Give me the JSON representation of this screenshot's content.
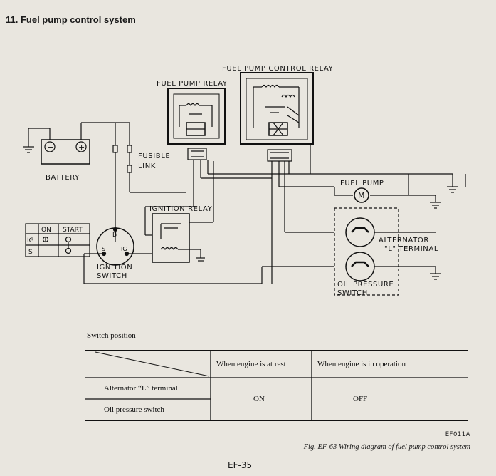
{
  "section_title": "11. Fuel pump control system",
  "diagram": {
    "fuel_pump_control_relay": "FUEL PUMP CONTROL RELAY",
    "fuel_pump_relay": "FUEL PUMP RELAY",
    "fusible_link_1": "FUSIBLE",
    "fusible_link_2": "LINK",
    "battery": "BATTERY",
    "battery_minus": "−",
    "battery_plus": "+",
    "ignition_relay": "IGNITION RELAY",
    "ignition_switch_1": "IGNITION",
    "ignition_switch_2": "SWITCH",
    "switch_terminal_b": "B",
    "switch_terminal_s": "S",
    "switch_terminal_ig": "IG",
    "fuel_pump": "FUEL PUMP",
    "fuel_pump_symbol": "M",
    "alternator_1": "ALTERNATOR",
    "alternator_2": "\"L\" TERMINAL",
    "oil_pressure_1": "OIL PRESSURE",
    "oil_pressure_2": "SWITCH",
    "switch_table": {
      "headers": [
        "ON",
        "START"
      ],
      "rows": [
        "IG",
        "S"
      ]
    }
  },
  "table": {
    "title": "Switch position",
    "col_rest": "When engine is at rest",
    "col_operation": "When engine is in operation",
    "row_alternator": "Alternator “L” terminal",
    "row_oil": "Oil pressure switch",
    "val_rest": "ON",
    "val_operation": "OFF"
  },
  "figure_code": "EF011A",
  "caption": "Fig. EF-63  Wiring diagram of fuel pump control system",
  "page_number": "EF-35"
}
